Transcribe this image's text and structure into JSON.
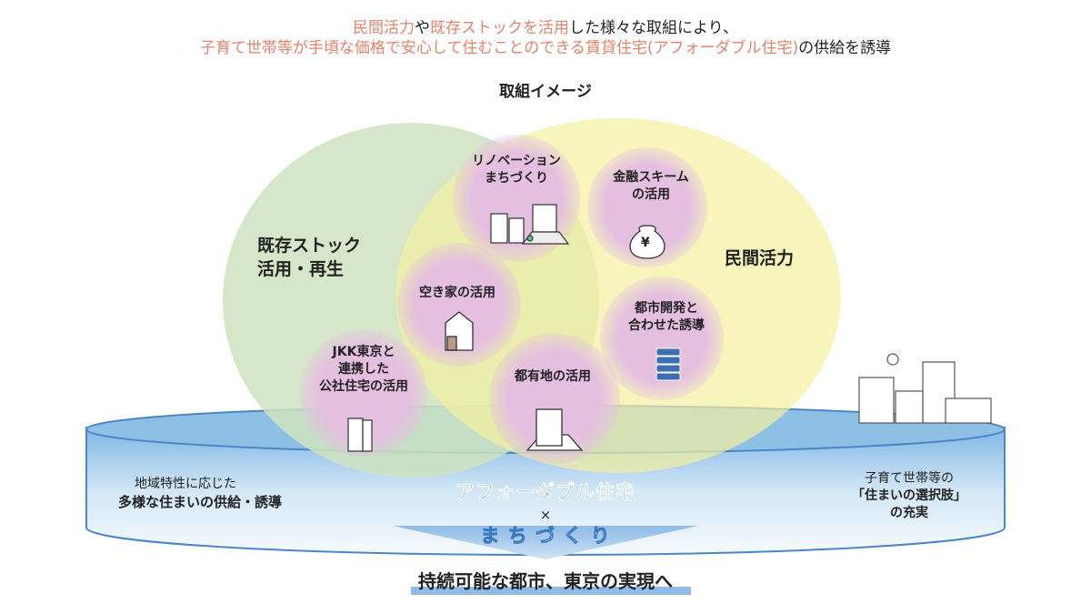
{
  "header": {
    "line1": [
      {
        "text": "民間活力",
        "hl": true
      },
      {
        "text": "や",
        "hl": false
      },
      {
        "text": "既存ストックを活用",
        "hl": true
      },
      {
        "text": "した様々な取組により、",
        "hl": false
      }
    ],
    "line2": [
      {
        "text": "子育て世帯等が手頃な価格で安心して住むことのできる賃貸住宅(アフォーダブル住宅)",
        "hl": true
      },
      {
        "text": "の供給を誘導",
        "hl": false
      }
    ],
    "subtitle": "取組イメージ"
  },
  "areas": {
    "existing_stock": "既存ストック\n活用・再生",
    "private": "民間活力"
  },
  "circles": [
    {
      "id": "renovation",
      "label": "リノベーション\nまちづくり",
      "icon": "buildings-icon"
    },
    {
      "id": "finance",
      "label": "金融スキーム\nの活用",
      "icon": "yen-bag-icon"
    },
    {
      "id": "akiya",
      "label": "空き家の活用",
      "icon": "house-icon"
    },
    {
      "id": "urban",
      "label": "都市開発と\n合わせた誘導",
      "icon": "stack-icon"
    },
    {
      "id": "jkk",
      "label": "JKK東京と\n連携した\n公社住宅の活用",
      "icon": "apartment-icon"
    },
    {
      "id": "public_land",
      "label": "都有地の活用",
      "icon": "building-on-land-icon"
    }
  ],
  "yen": "¥",
  "base": {
    "left": [
      "地域特性に応じた",
      "多様な住まいの供給・誘導"
    ],
    "right": [
      "子育て世帯等の",
      "「住まいの選択肢」",
      "の充実"
    ],
    "center1": "アフォーダブル住宅",
    "times": "×",
    "center2": "ま ち づ く り"
  },
  "footer": "持続可能な都市、東京の実現へ",
  "colors": {
    "green": "#cfe3bf",
    "yellow": "#f3f0a0",
    "pink": "#e6bfe0",
    "blue": "#5b9bd5",
    "accent": "#e8826a"
  }
}
